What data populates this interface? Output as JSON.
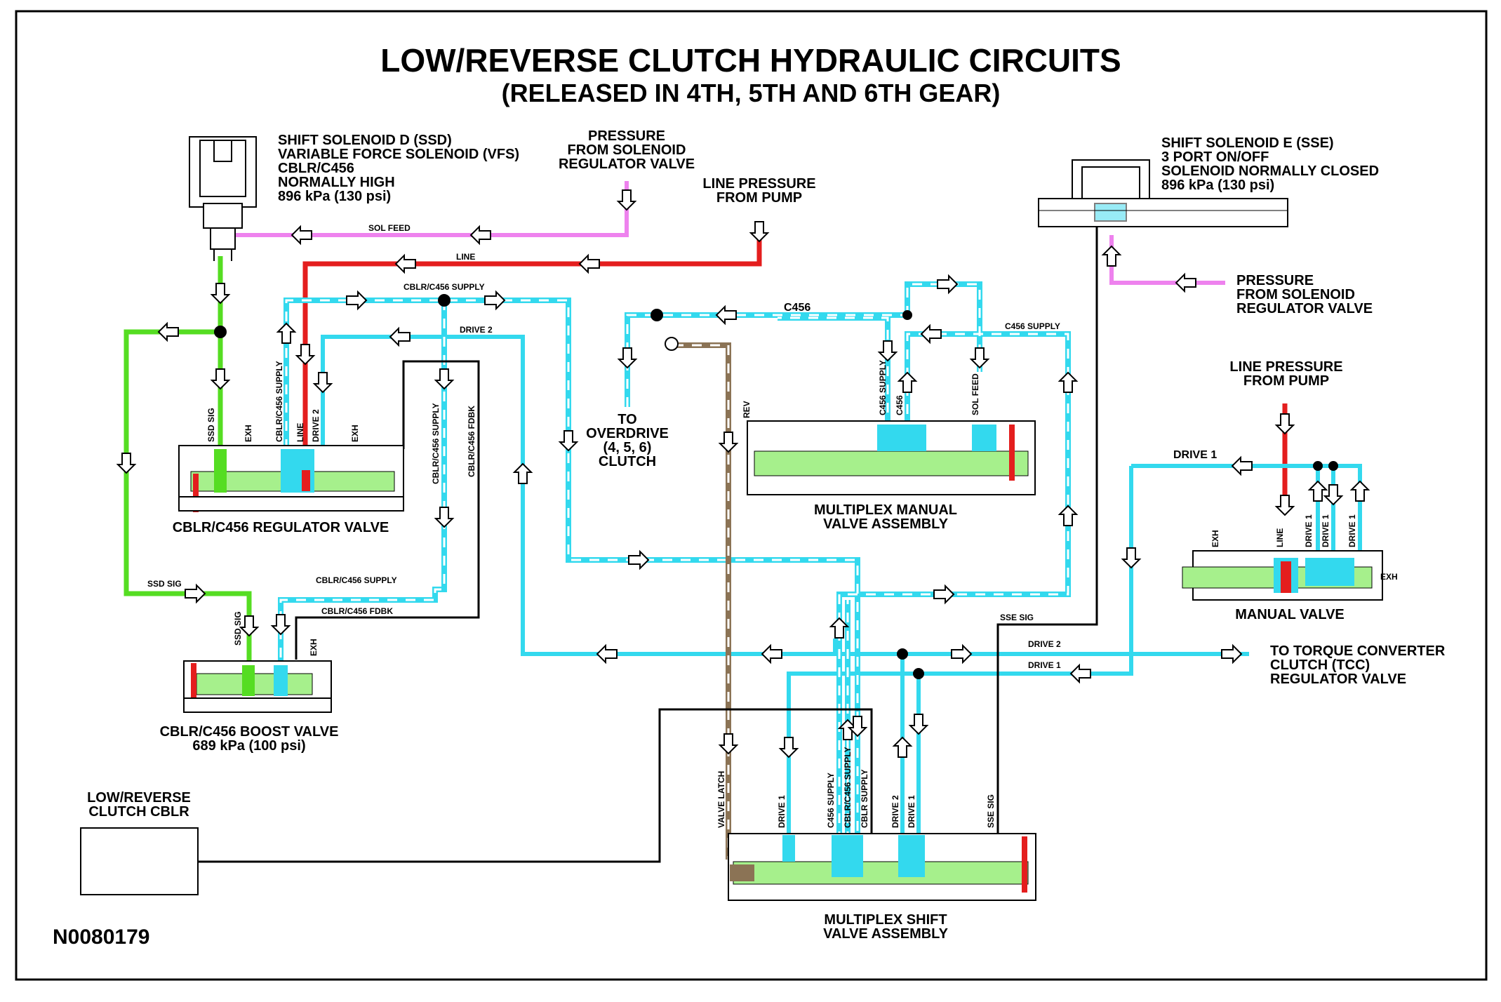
{
  "title": "LOW/REVERSE CLUTCH HYDRAULIC CIRCUITS",
  "subtitle": "(RELEASED IN 4TH, 5TH AND 6TH GEAR)",
  "figure_code": "N0080179",
  "colors": {
    "sol_feed": "#ee82ee",
    "line": "#e41e1e",
    "drive": "#33d9ee",
    "ssd_sig": "#55dd22",
    "valve_body": "#a6f08c",
    "exhaust": "#000000",
    "rev_latch": "#8b7355",
    "stripe": "#ffffff"
  },
  "callouts": {
    "ssd": [
      "SHIFT SOLENOID D (SSD)",
      "VARIABLE FORCE SOLENOID (VFS)",
      "CBLR/C456",
      "NORMALLY HIGH",
      "896 kPa (130 psi)"
    ],
    "pressure_reg_top": [
      "PRESSURE",
      "FROM SOLENOID",
      "REGULATOR VALVE"
    ],
    "line_pump_top": [
      "LINE PRESSURE",
      "FROM PUMP"
    ],
    "sse": [
      "SHIFT SOLENOID E (SSE)",
      "3 PORT ON/OFF",
      "SOLENOID NORMALLY CLOSED",
      "896 kPa (130 psi)"
    ],
    "pressure_reg_right": [
      "PRESSURE",
      "FROM SOLENOID",
      "REGULATOR VALVE"
    ],
    "line_pump_right": [
      "LINE PRESSURE",
      "FROM PUMP"
    ],
    "overdrive": [
      "TO",
      "OVERDRIVE",
      "(4, 5, 6)",
      "CLUTCH"
    ],
    "tcc": [
      "TO TORQUE CONVERTER",
      "CLUTCH (TCC)",
      "REGULATOR VALVE"
    ],
    "low_reverse": [
      "LOW/REVERSE",
      "CLUTCH CBLR"
    ]
  },
  "components": {
    "regulator": "CBLR/C456 REGULATOR VALVE",
    "boost": [
      "CBLR/C456 BOOST VALVE",
      "689 kPa (100 psi)"
    ],
    "manual_multiplex": [
      "MULTIPLEX MANUAL",
      "VALVE ASSEMBLY"
    ],
    "manual_valve": "MANUAL VALVE",
    "shift_multiplex": [
      "MULTIPLEX SHIFT",
      "VALVE ASSEMBLY"
    ]
  },
  "line_labels": {
    "sol_feed": "SOL FEED",
    "line": "LINE",
    "cblr_supply": "CBLR/C456 SUPPLY",
    "drive2": "DRIVE 2",
    "c456": "C456",
    "c456_supply": "C456 SUPPLY",
    "drive1": "DRIVE 1",
    "ssd_sig": "SSD SIG",
    "cblr_fdbk": "CBLR/C456 FDBK",
    "sse_sig": "SSE SIG",
    "drive2_lower": "DRIVE 2",
    "drive1_lower": "DRIVE 1"
  },
  "port_labels": {
    "regulator": [
      "SSD SIG",
      "EXH",
      "CBLR/C456 SUPPLY",
      "LINE",
      "DRIVE 2",
      "EXH",
      "CBLR/C456 SUPPLY",
      "CBLR/C456 FDBK"
    ],
    "boost": [
      "SSD SIG",
      "EXH"
    ],
    "manual_multiplex": [
      "REV",
      "C456 SUPPLY",
      "C456",
      "SOL FEED"
    ],
    "manual_valve": [
      "EXH",
      "LINE",
      "DRIVE 1",
      "DRIVE 1",
      "DRIVE 1",
      "EXH"
    ],
    "shift_multiplex": [
      "VALVE LATCH",
      "DRIVE 1",
      "C456 SUPPLY",
      "CBLR/C456 SUPPLY",
      "CBLR SUPPLY",
      "DRIVE 2",
      "DRIVE 1",
      "SSE SIG"
    ]
  }
}
